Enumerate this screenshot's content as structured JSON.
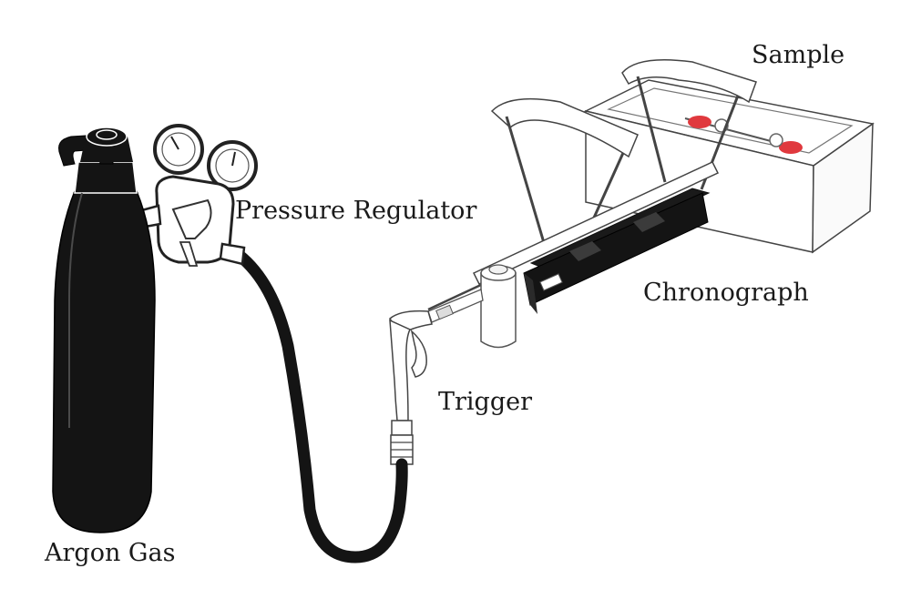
{
  "labels": {
    "sample": "Sample",
    "pressure_regulator": "Pressure Regulator",
    "chronograph": "Chronograph",
    "trigger": "Trigger",
    "argon_gas": "Argon Gas"
  },
  "colors": {
    "equipment_dark": "#141414",
    "outline": "#333333",
    "sample_marker": "#e0393e",
    "background": "#ffffff"
  }
}
